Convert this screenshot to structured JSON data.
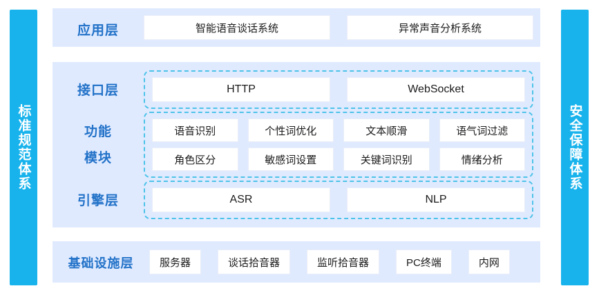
{
  "sides": {
    "left_bar": {
      "label": "标准规范体系",
      "color": "#18b3ec"
    },
    "right_bar": {
      "label": "安全保障体系",
      "color": "#18b3ec"
    }
  },
  "colors": {
    "bar_blue": "#18b3ec",
    "panel_bg": "#e0eaff",
    "dashed_border": "#4cc3e8",
    "label_blue": "#2272c8",
    "box_bg": "#ffffff"
  },
  "layers": {
    "application": {
      "label": "应用层",
      "items": [
        "智能语音谈话系统",
        "异常声音分析系统"
      ]
    },
    "interface": {
      "label": "接口层",
      "items": [
        "HTTP",
        "WebSocket"
      ]
    },
    "function_module": {
      "label_line1": "功能",
      "label_line2": "模块",
      "row1": [
        "语音识别",
        "个性词优化",
        "文本顺滑",
        "语气词过滤"
      ],
      "row2": [
        "角色区分",
        "敏感词设置",
        "关键词识别",
        "情绪分析"
      ]
    },
    "engine": {
      "label": "引擎层",
      "items": [
        "ASR",
        "NLP"
      ]
    },
    "infrastructure": {
      "label": "基础设施层",
      "items": [
        "服务器",
        "谈话拾音器",
        "监听拾音器",
        "PC终端",
        "内网"
      ]
    }
  }
}
